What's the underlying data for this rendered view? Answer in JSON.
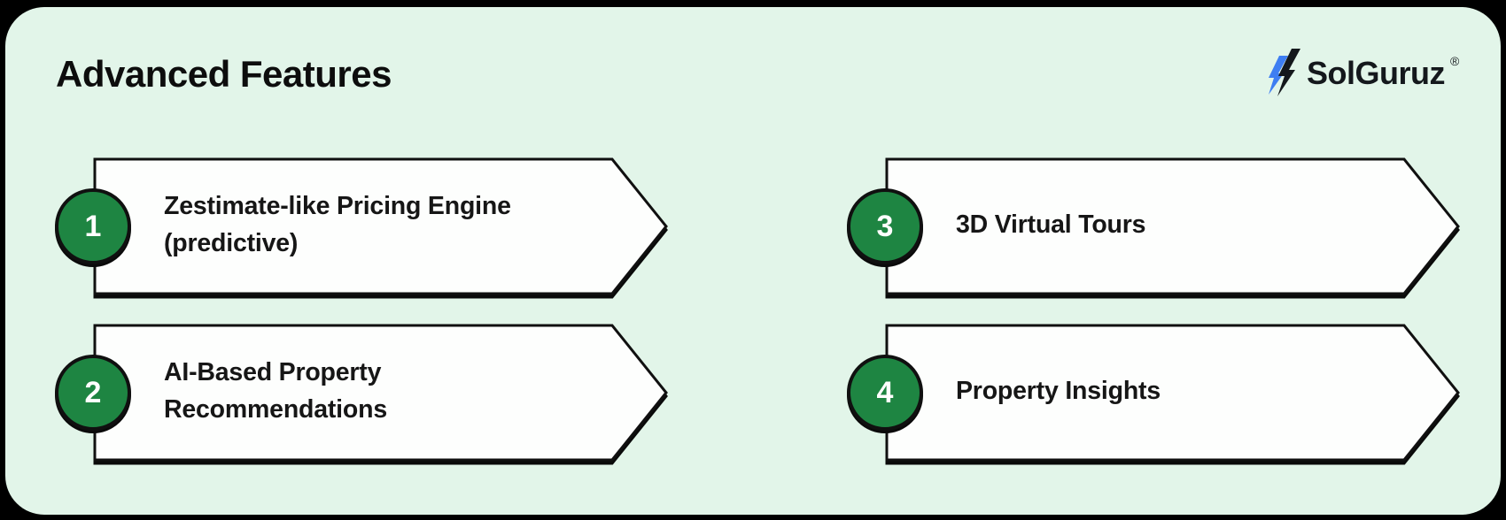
{
  "window": {
    "background": "#000000"
  },
  "card": {
    "background": "#e2f5e9"
  },
  "header": {
    "title": "Advanced Features",
    "logo": {
      "name": "SolGuruz",
      "registered_mark": "®",
      "icon": "solguruz-bolt-icon",
      "blue": "#3e7ef2",
      "dark": "#14181c"
    }
  },
  "features": [
    {
      "number": "1",
      "lines": [
        "Zestimate-like Pricing Engine",
        "(predictive)"
      ]
    },
    {
      "number": "2",
      "lines": [
        "AI-Based Property",
        "Recommendations"
      ]
    },
    {
      "number": "3",
      "lines": [
        "3D Virtual Tours"
      ]
    },
    {
      "number": "4",
      "lines": [
        "Property Insights"
      ]
    }
  ],
  "style": {
    "badge_green": "#1e8542",
    "banner_fill": "#fdfefd",
    "outline_ink": "#101010"
  }
}
